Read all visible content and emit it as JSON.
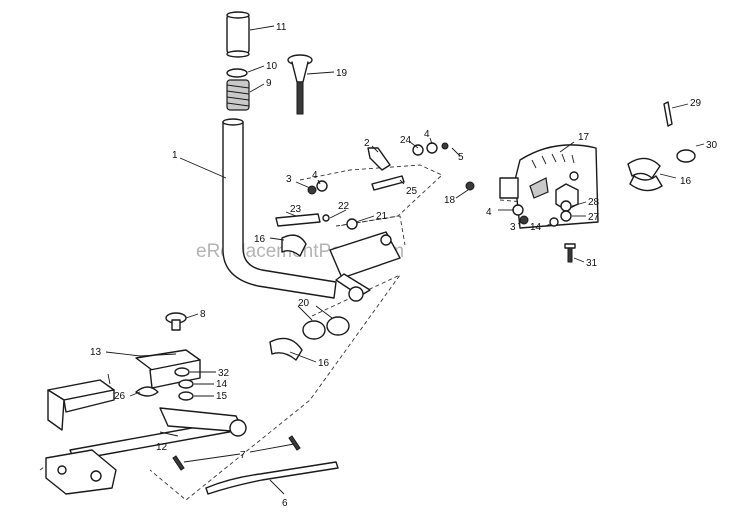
{
  "watermark": "eReplacementParts.com",
  "callouts": {
    "c1": "1",
    "c2": "2",
    "c3a": "3",
    "c3b": "3",
    "c4a": "4",
    "c4b": "4",
    "c4c": "4",
    "c5": "5",
    "c6": "6",
    "c7": "7",
    "c8": "8",
    "c9": "9",
    "c10": "10",
    "c11": "11",
    "c12": "12",
    "c13": "13",
    "c14a": "14",
    "c14b": "14",
    "c15": "15",
    "c16a": "16",
    "c16b": "16",
    "c16c": "16",
    "c17": "17",
    "c18": "18",
    "c19": "19",
    "c20": "20",
    "c21": "21",
    "c22": "22",
    "c23": "23",
    "c24": "24",
    "c25": "25",
    "c26": "26",
    "c27": "27",
    "c28": "28",
    "c29": "29",
    "c30": "30",
    "c31": "31",
    "c32": "32"
  }
}
